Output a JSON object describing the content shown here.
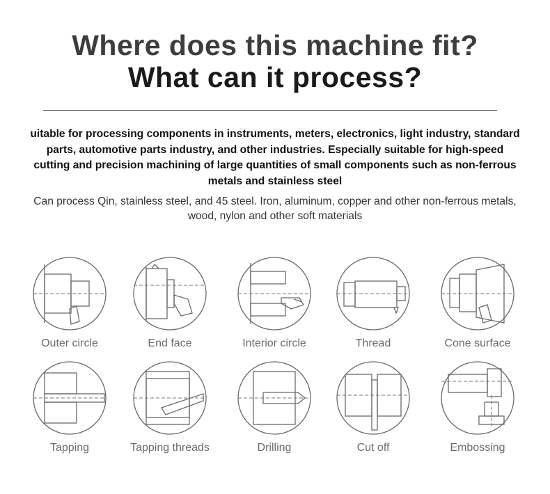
{
  "header": {
    "title_line1": "Where does this machine fit?",
    "title_line2": "What can it process?"
  },
  "description": {
    "bold": "uitable for processing components in instruments, meters, electronics, light industry, standard parts, automotive parts industry, and other industries. Especially suitable for high-speed cutting and precision machining of large quantities of small components such as non-ferrous metals and stainless steel",
    "light": "Can process Qin, stainless steel, and 45 steel. Iron, aluminum, copper and other non-ferrous metals, wood, nylon and other soft materials"
  },
  "processes": [
    {
      "label": "Outer circle",
      "icon": "outer-circle-icon"
    },
    {
      "label": "End face",
      "icon": "end-face-icon"
    },
    {
      "label": "Interior circle",
      "icon": "interior-circle-icon"
    },
    {
      "label": "Thread",
      "icon": "thread-icon"
    },
    {
      "label": "Cone surface",
      "icon": "cone-surface-icon"
    },
    {
      "label": "Tapping",
      "icon": "tapping-icon"
    },
    {
      "label": "Tapping threads",
      "icon": "tapping-threads-icon"
    },
    {
      "label": "Drilling",
      "icon": "drilling-icon"
    },
    {
      "label": "Cut off",
      "icon": "cut-off-icon"
    },
    {
      "label": "Embossing",
      "icon": "embossing-icon"
    }
  ]
}
